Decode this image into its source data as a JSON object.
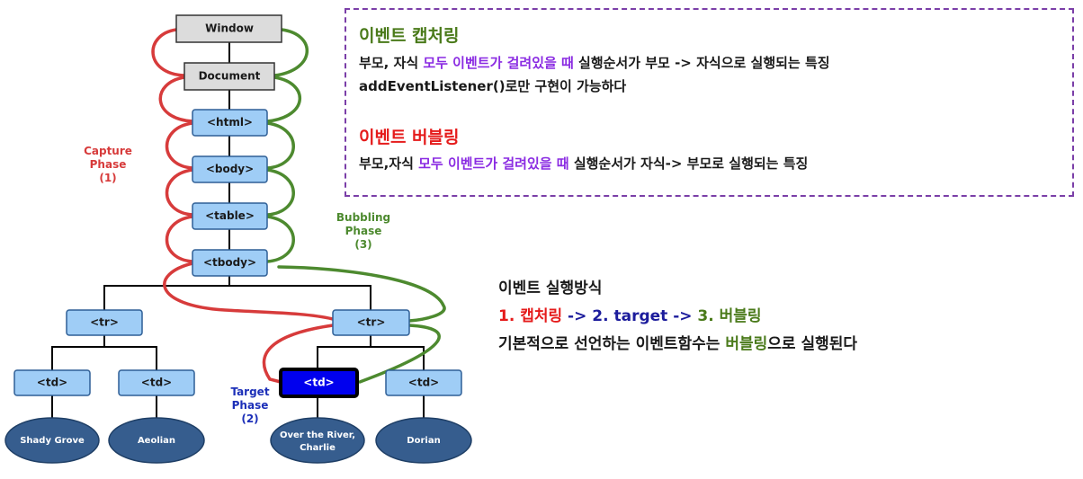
{
  "colors": {
    "gray_box": "#dcdcdc",
    "blue_box": "#9fcdf6",
    "target_fill": "#0000ee",
    "leaf_fill": "#365d8e",
    "capture_line": "#d73b3b",
    "bubble_line": "#4d8a2f",
    "tree_line": "#000000",
    "dashed_border": "#7b3fa8"
  },
  "diagram": {
    "window": "Window",
    "document": "Document",
    "html": "<html>",
    "body": "<body>",
    "table": "<table>",
    "tbody": "<tbody>",
    "tr_left": "<tr>",
    "tr_right": "<tr>",
    "td1": "<td>",
    "td2": "<td>",
    "td3": "<td>",
    "td4": "<td>",
    "leaf1": "Shady Grove",
    "leaf2": "Aeolian",
    "leaf3_line1": "Over the River,",
    "leaf3_line2": "Charlie",
    "leaf4": "Dorian",
    "capture": {
      "line1": "Capture",
      "line2": "Phase",
      "line3": "(1)"
    },
    "bubbling": {
      "line1": "Bubbling",
      "line2": "Phase",
      "line3": "(3)"
    },
    "target": {
      "line1": "Target",
      "line2": "Phase",
      "line3": "(2)"
    }
  },
  "box": {
    "capturing_title": "이벤트 캡처링",
    "capturing_desc_a": "부모, 자식 ",
    "capturing_desc_b": "모두 이벤트가 걸려있을 때",
    "capturing_desc_c": " 실행순서가 부모 -> 자식으로 실행되는 특징",
    "capturing_note": "addEventListener()로만 구현이 가능하다",
    "bubbling_title": "이벤트 버블링",
    "bubbling_desc_a": "부모,자식 ",
    "bubbling_desc_b": "모두 이벤트가 걸려있을 때",
    "bubbling_desc_c": "  실행순서가 자식-> 부모로 실행되는 특징"
  },
  "method": {
    "title": "이벤트 실행방식",
    "step1": "1. 캡처링",
    "arrow1": " -> ",
    "step2": "2. target",
    "arrow2": " -> ",
    "step3_num": "3. ",
    "step3_word": "버블링",
    "note_a": "기본적으로 선언하는 이벤트함수는 ",
    "note_b": "버블링",
    "note_c": "으로 실행된다"
  }
}
